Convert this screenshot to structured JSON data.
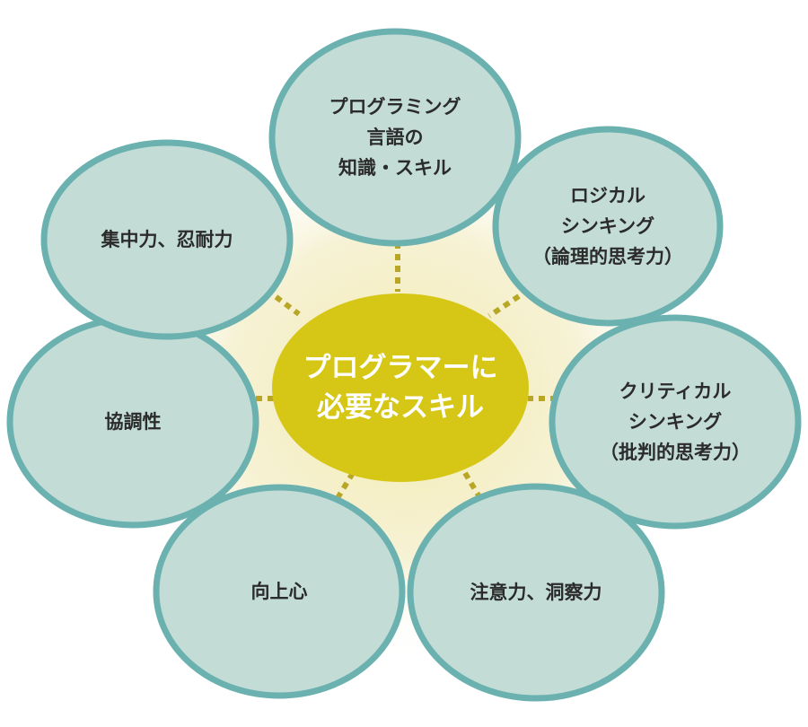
{
  "center": {
    "lines": [
      "プログラマーに",
      "必要なスキル"
    ]
  },
  "nodes": [
    {
      "id": "programming-language",
      "lines": [
        "プログラミング",
        "言語の",
        "知識・スキル"
      ]
    },
    {
      "id": "logical-thinking",
      "lines": [
        "ロジカル",
        "シンキング",
        "（論理的思考力）"
      ]
    },
    {
      "id": "critical-thinking",
      "lines": [
        "クリティカル",
        "シンキング",
        "（批判的思考力）"
      ]
    },
    {
      "id": "attention",
      "lines": [
        "注意力、洞察力"
      ]
    },
    {
      "id": "ambition",
      "lines": [
        "向上心"
      ]
    },
    {
      "id": "cooperation",
      "lines": [
        "協調性"
      ]
    },
    {
      "id": "concentration",
      "lines": [
        "集中力、忍耐力"
      ]
    }
  ],
  "colors": {
    "node_fill": "#c3dcd6",
    "node_stroke": "#6ab1b0",
    "center_fill": "#d6c717",
    "connector": "#b8a626",
    "glow": "#f4efc4",
    "text": "#2b2b2b",
    "center_text": "#ffffff"
  }
}
